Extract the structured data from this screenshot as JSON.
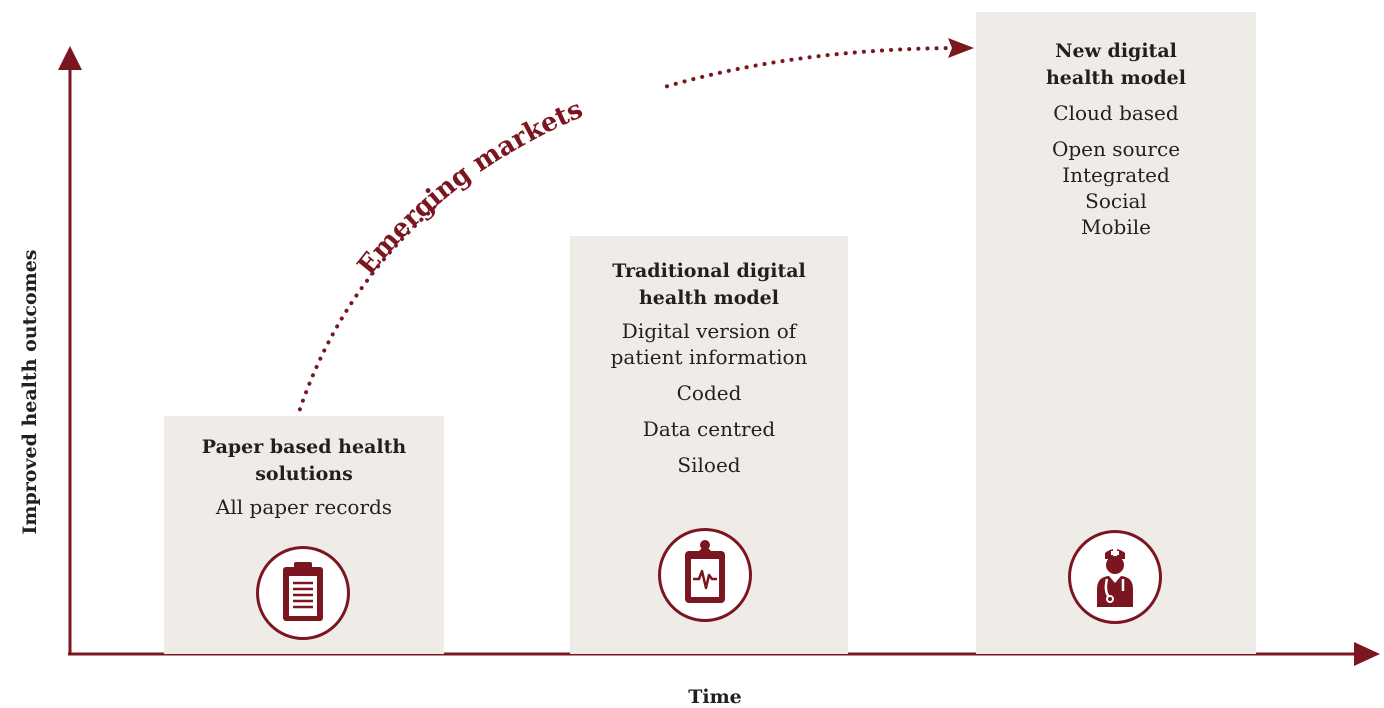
{
  "colors": {
    "accent": "#7b1620",
    "panel": "#efebe7",
    "text": "#231f20"
  },
  "axes": {
    "y_label": "Improved health outcomes",
    "x_label": "Time"
  },
  "arc_label": "Emerging markets",
  "stages": [
    {
      "title_lines": [
        "Paper based health",
        "solutions"
      ],
      "items": [
        "All paper records"
      ],
      "icon": "clipboard-icon"
    },
    {
      "title_lines": [
        "Traditional digital",
        "health model"
      ],
      "items": [
        "Digital version of",
        "patient information",
        "Coded",
        "Data centred",
        "Siloed"
      ],
      "icon": "clipboard-heartbeat-icon"
    },
    {
      "title_lines": [
        "New digital",
        "health model"
      ],
      "items": [
        "Cloud based",
        "Open source",
        "Integrated",
        "Social",
        "Mobile"
      ],
      "icon": "doctor-icon"
    }
  ]
}
